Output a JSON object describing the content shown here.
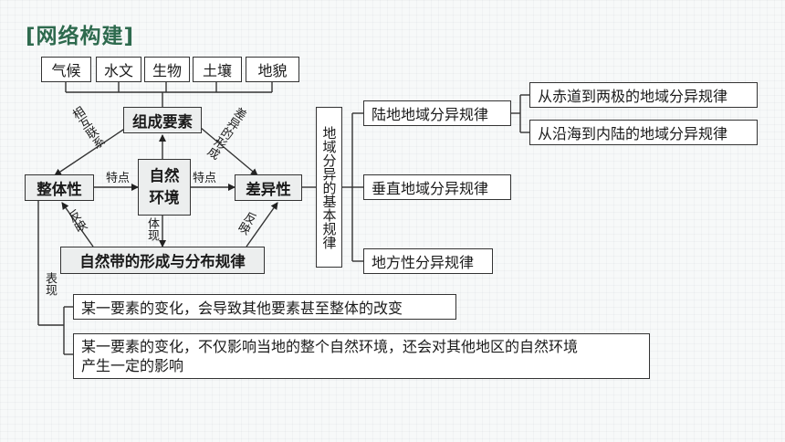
{
  "title": "[网络构建]",
  "elements": [
    "气候",
    "水文",
    "生物",
    "土壤",
    "地貌"
  ],
  "nodes": {
    "composition": "组成要素",
    "environment": "自然环境",
    "wholeness": "整体性",
    "difference": "差异性",
    "zones": "自然带的形成与分布规律"
  },
  "labels": {
    "mutual": "相互联系",
    "formation": "差异的形成",
    "feature_left": "特点",
    "feature_right": "特点",
    "embody": "体现",
    "reflect_left": "反映",
    "reflect_right": "反映",
    "manifest": "表现"
  },
  "regional_rules": {
    "title": "地域分异的基本规律",
    "rules": [
      "陆地地域分异规律",
      "垂直地域分异规律",
      "地方性分异规律"
    ],
    "sub_rules": [
      "从赤道到两极的地域分异规律",
      "从沿海到内陆的地域分异规律"
    ]
  },
  "manifestations": {
    "line1": "某一要素的变化，会导致其他要素甚至整体的改变",
    "line2a": "某一要素的变化，不仅影响当地的整个自然环境，还会对其他地区的自然环境",
    "line2b": "产生一定的影响"
  }
}
